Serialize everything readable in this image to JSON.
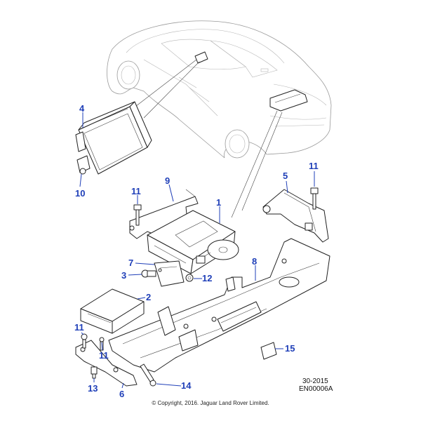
{
  "callouts": {
    "c1": "1",
    "c2": "2",
    "c3": "3",
    "c4": "4",
    "c5": "5",
    "c6": "6",
    "c7": "7",
    "c8": "8",
    "c9": "9",
    "c10": "10",
    "c11a": "11",
    "c11b": "11",
    "c11c": "11",
    "c11d": "11",
    "c12": "12",
    "c13": "13",
    "c14": "14",
    "c15": "15"
  },
  "reference": {
    "date_code": "30-2015",
    "figure_code": "EN00006A"
  },
  "copyright": "© Copyright, 2016. Jaguar Land Rover Limited.",
  "colors": {
    "callout": "#1f3fb8",
    "line": "#222222",
    "car": "#9a9a9a"
  }
}
